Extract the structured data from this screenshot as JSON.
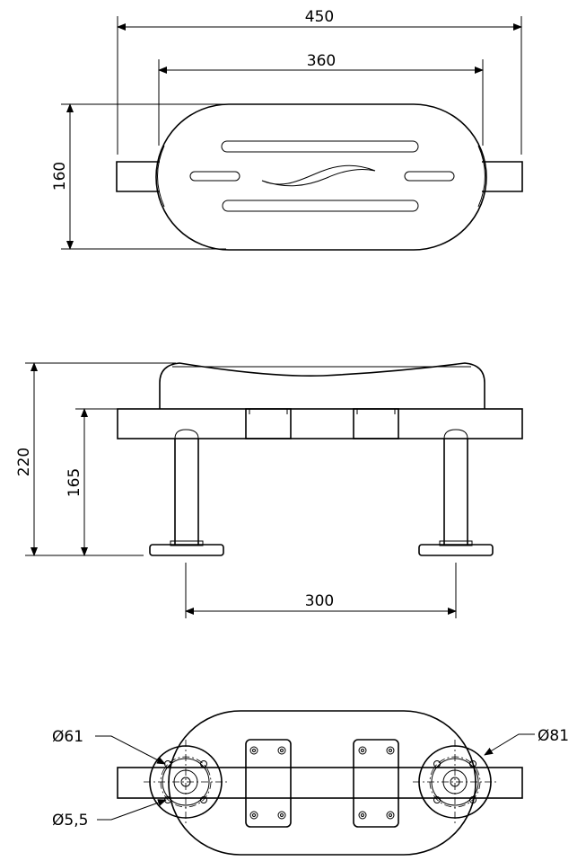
{
  "top_view": {
    "overall_width": "450",
    "seat_width": "360",
    "depth": "160"
  },
  "side_view": {
    "total_height": "220",
    "frame_height": "165",
    "leg_spacing": "300"
  },
  "bottom_view": {
    "base_diameter": "Ø61",
    "hole_diameter": "Ø5,5",
    "outer_diameter": "Ø81"
  }
}
